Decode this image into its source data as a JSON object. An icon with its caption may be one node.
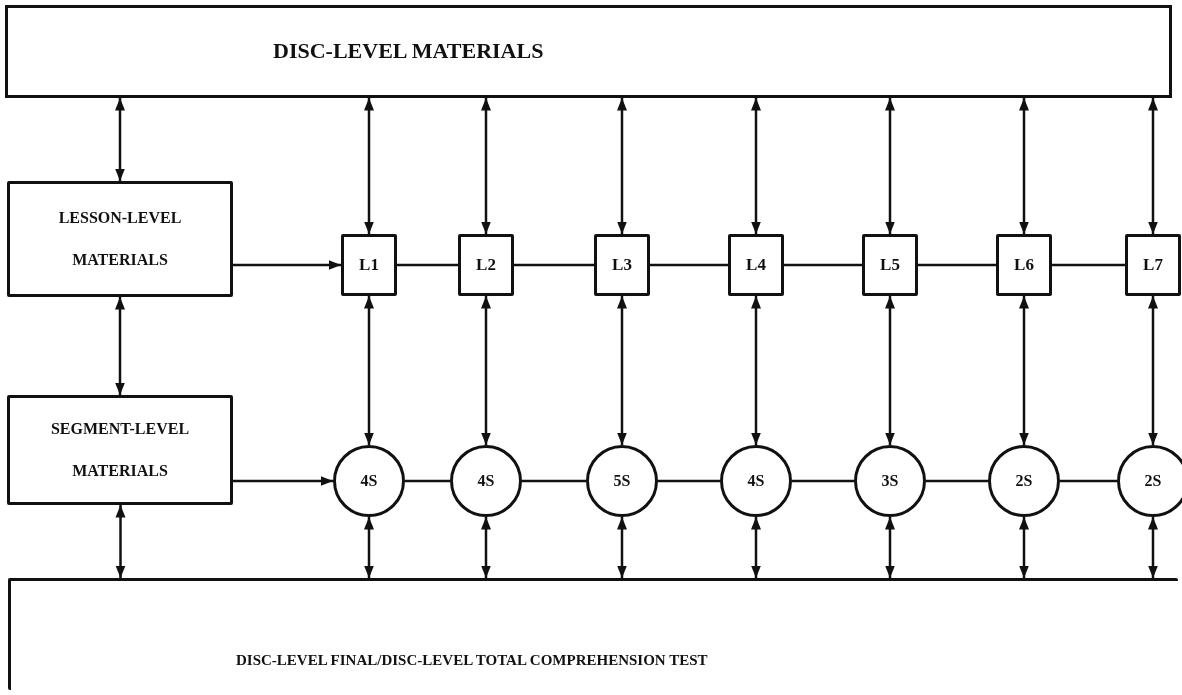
{
  "diagram": {
    "nodes": [
      {
        "text": [
          "DISC-LEVEL MATERIALS"
        ]
      },
      {
        "text": [
          "LESSON-LEVEL MATERIALS"
        ]
      },
      {
        "text": [
          "SEGMENT-LEVEL MATERIALS"
        ]
      },
      {
        "text": [
          "L1"
        ]
      },
      {
        "text": [
          "L2"
        ]
      },
      {
        "text": [
          "L3"
        ]
      },
      {
        "text": [
          "L4"
        ]
      },
      {
        "text": [
          "L5"
        ]
      },
      {
        "text": [
          "L6"
        ]
      },
      {
        "text": [
          "L7"
        ]
      },
      {
        "text": [
          "4S"
        ]
      },
      {
        "text": [
          "4S"
        ]
      },
      {
        "text": [
          "5S"
        ]
      },
      {
        "text": [
          "4S"
        ]
      },
      {
        "text": [
          "3S"
        ]
      },
      {
        "text": [
          "2S"
        ]
      },
      {
        "text": [
          "2S"
        ]
      },
      {
        "text": [
          "DISC-LEVEL FINAL/DISC-LEVEL TOTAL COMPREHENSION TEST"
        ]
      }
    ],
    "edges": [
      {
        "from": 0,
        "to": 1,
        "arrow": "both"
      },
      {
        "from": 1,
        "to": 2,
        "arrow": "both"
      },
      {
        "from": 2,
        "to": 17,
        "arrow": "both"
      },
      {
        "from": 1,
        "to": 3,
        "arrow": "to"
      },
      {
        "from": 2,
        "to": 10,
        "arrow": "to"
      },
      {
        "from": 0,
        "to": 3,
        "arrow": "both"
      },
      {
        "from": 0,
        "to": 4,
        "arrow": "both"
      },
      {
        "from": 0,
        "to": 5,
        "arrow": "both"
      },
      {
        "from": 0,
        "to": 6,
        "arrow": "both"
      },
      {
        "from": 0,
        "to": 7,
        "arrow": "both"
      },
      {
        "from": 0,
        "to": 8,
        "arrow": "both"
      },
      {
        "from": 0,
        "to": 9,
        "arrow": "both"
      },
      {
        "from": 3,
        "to": 4,
        "arrow": "none"
      },
      {
        "from": 4,
        "to": 5,
        "arrow": "none"
      },
      {
        "from": 5,
        "to": 6,
        "arrow": "none"
      },
      {
        "from": 6,
        "to": 7,
        "arrow": "none"
      },
      {
        "from": 7,
        "to": 8,
        "arrow": "none"
      },
      {
        "from": 8,
        "to": 9,
        "arrow": "none"
      },
      {
        "from": 3,
        "to": 10,
        "arrow": "both"
      },
      {
        "from": 4,
        "to": 11,
        "arrow": "both"
      },
      {
        "from": 5,
        "to": 12,
        "arrow": "both"
      },
      {
        "from": 6,
        "to": 13,
        "arrow": "both"
      },
      {
        "from": 7,
        "to": 14,
        "arrow": "both"
      },
      {
        "from": 8,
        "to": 15,
        "arrow": "both"
      },
      {
        "from": 9,
        "to": 16,
        "arrow": "both"
      },
      {
        "from": 10,
        "to": 11,
        "arrow": "none"
      },
      {
        "from": 11,
        "to": 12,
        "arrow": "none"
      },
      {
        "from": 12,
        "to": 13,
        "arrow": "none"
      },
      {
        "from": 13,
        "to": 14,
        "arrow": "none"
      },
      {
        "from": 14,
        "to": 15,
        "arrow": "none"
      },
      {
        "from": 15,
        "to": 16,
        "arrow": "none"
      },
      {
        "from": 10,
        "to": 17,
        "arrow": "both"
      },
      {
        "from": 11,
        "to": 17,
        "arrow": "both"
      },
      {
        "from": 12,
        "to": 17,
        "arrow": "both"
      },
      {
        "from": 13,
        "to": 17,
        "arrow": "both"
      },
      {
        "from": 14,
        "to": 17,
        "arrow": "both"
      },
      {
        "from": 15,
        "to": 17,
        "arrow": "both"
      },
      {
        "from": 16,
        "to": 17,
        "arrow": "both"
      }
    ]
  }
}
